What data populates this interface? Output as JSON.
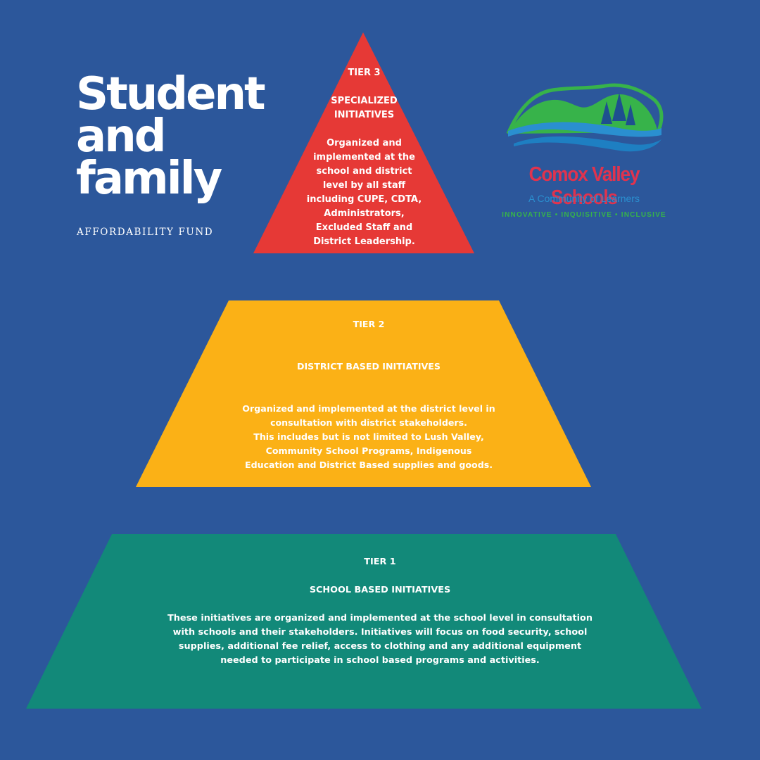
{
  "title": {
    "line1": "Student",
    "line2": "and",
    "line3": "family",
    "subtitle": "AFFORDABILITY FUND"
  },
  "logo": {
    "name": "Comox Valley Schools",
    "tagline": "A Community of Learners",
    "motto": "INNOVATIVE  •  INQUISITIVE  •  INCLUSIVE"
  },
  "colors": {
    "background": "#2c579b",
    "tier3": "#e63936",
    "tier2": "#fbb116",
    "tier1": "#128979"
  },
  "tiers": {
    "tier3": {
      "label": "TIER 3",
      "heading_line1": "SPECIALIZED",
      "heading_line2": "INITIATIVES",
      "body_lines": [
        "Organized and",
        "implemented at the",
        "school and district",
        "level by all staff",
        "including CUPE, CDTA,",
        "Administrators,",
        "Excluded Staff and",
        "District Leadership."
      ]
    },
    "tier2": {
      "label": "TIER 2",
      "heading": "DISTRICT BASED INITIATIVES",
      "body_lines": [
        "Organized and implemented at the district level in",
        "consultation with district stakeholders.",
        "This includes but is not limited to Lush Valley,",
        "Community School Programs, Indigenous",
        "Education and District Based supplies and goods."
      ]
    },
    "tier1": {
      "label": "TIER 1",
      "heading": "SCHOOL BASED INITIATIVES",
      "body_lines": [
        "These initiatives are organized and implemented at the school level in consultation",
        "with schools and their stakeholders. Initiatives will focus on food security, school",
        "supplies, additional fee relief, access to clothing and any additional equipment",
        "needed to participate in school based programs and activities."
      ]
    }
  }
}
